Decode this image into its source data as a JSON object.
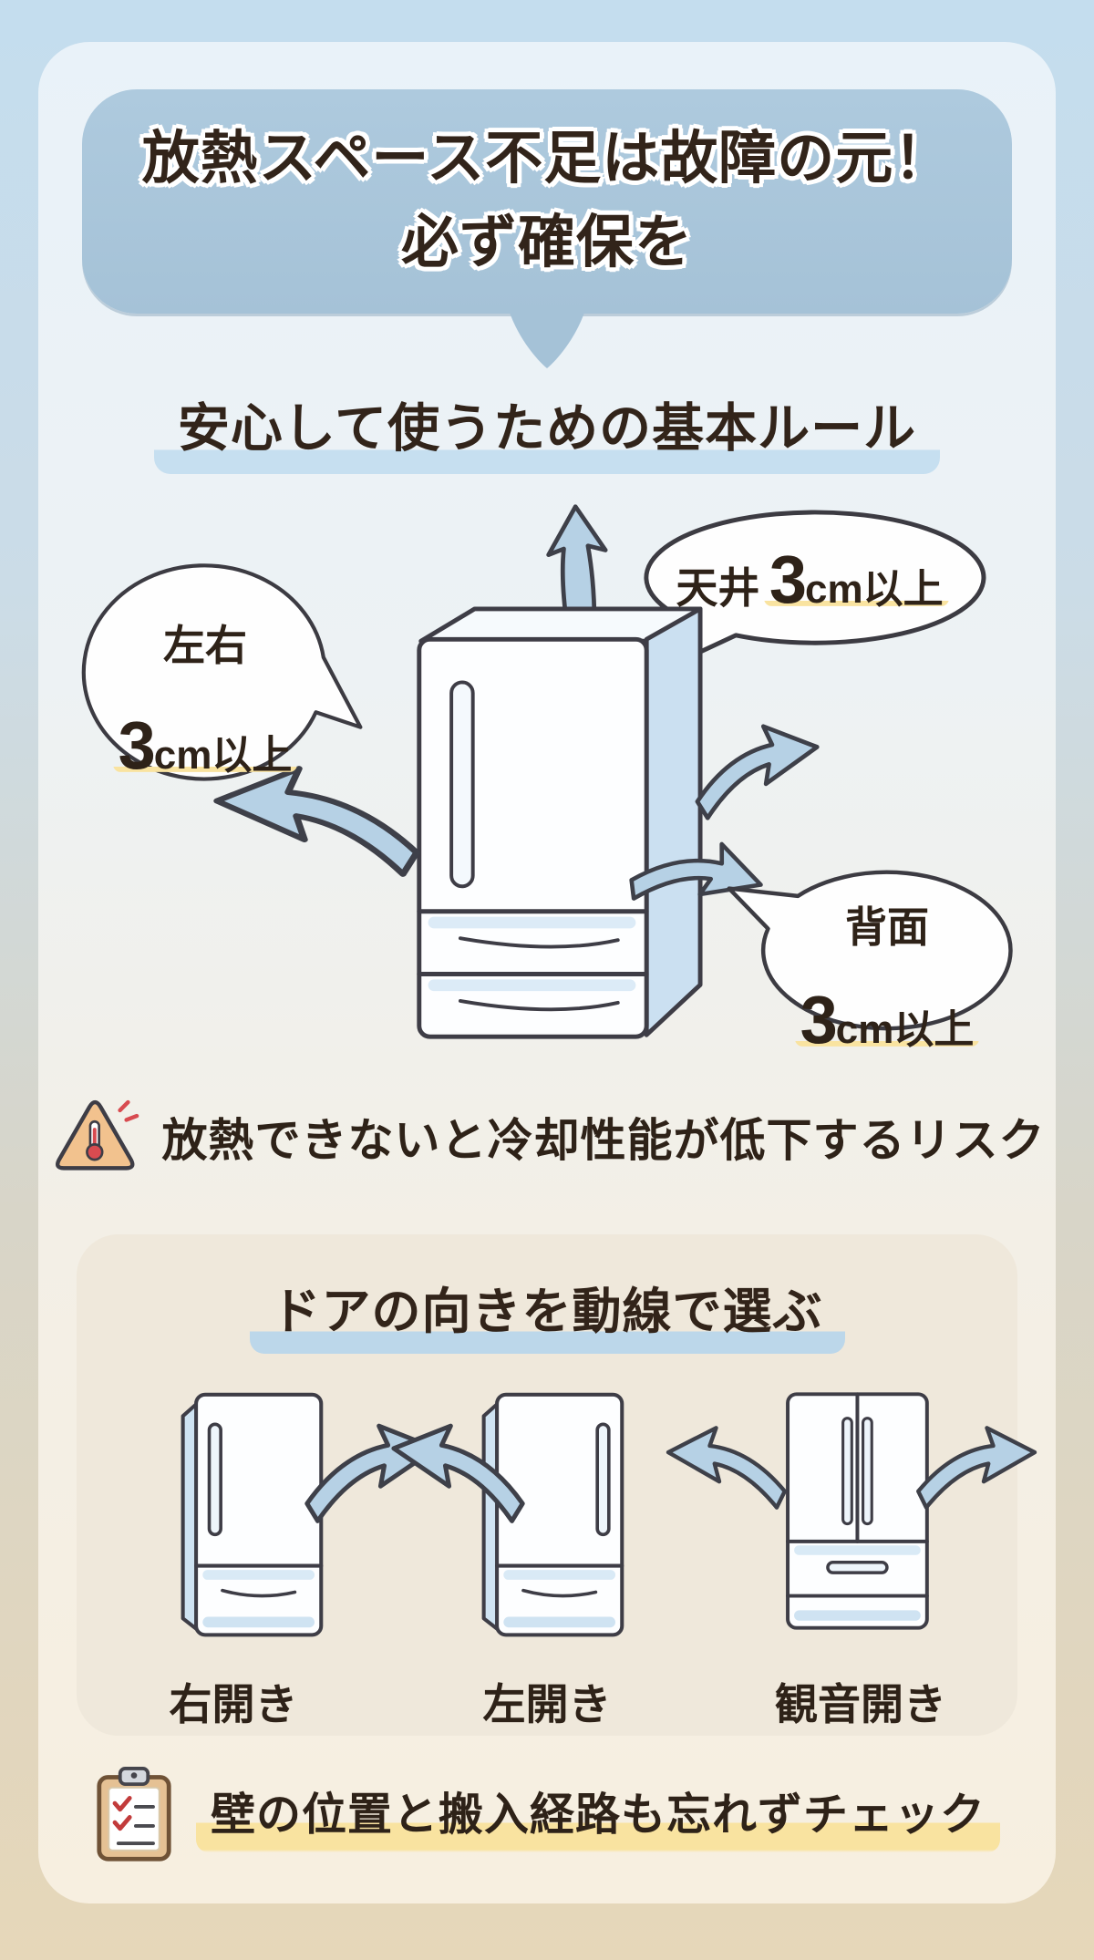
{
  "banner": {
    "line1": "放熱スペース不足は故障の元！",
    "line2": "必ず確保を"
  },
  "subtitle": "安心して使うための基本ルール",
  "clearances": {
    "ceiling": {
      "label": "天井",
      "value": "3",
      "unit": "cm以上"
    },
    "sides": {
      "label": "左右",
      "value": "3",
      "unit": "cm以上"
    },
    "back": {
      "label": "背面",
      "value": "3",
      "unit": "cm以上"
    }
  },
  "warning_text": "放熱できないと冷却性能が低下するリスク",
  "door_section": {
    "title": "ドアの向きを動線で選ぶ",
    "options": [
      {
        "label": "右開き"
      },
      {
        "label": "左開き"
      },
      {
        "label": "観音開き"
      }
    ]
  },
  "footer_note": "壁の位置と搬入経路も忘れずチェック",
  "icons": {
    "warning": "warning-thermometer-icon",
    "footer": "clipboard-checklist-icon",
    "arrows": [
      "up-arrow-icon",
      "left-arrow-icon",
      "up-right-arrow-icon",
      "back-right-arrow-icon"
    ]
  },
  "colors": {
    "frame_top": "#c4ddee",
    "frame_bottom": "#e6d7b9",
    "card_top": "#e9f2f9",
    "card_bottom": "#f7efe0",
    "banner_bg": "#a5c2d7",
    "panel_beige": "#efe8db",
    "underline_blue": "#c6dff0",
    "highlight_yellow": "#f9e3a0",
    "arrow_fill": "#b6d1e5",
    "outline_ink": "#3e3d46",
    "text_dark": "#2e2218",
    "warning_fill": "#f2c28e",
    "accent_red": "#d84b50",
    "fridge_side_blue": "#cfe3f2"
  }
}
